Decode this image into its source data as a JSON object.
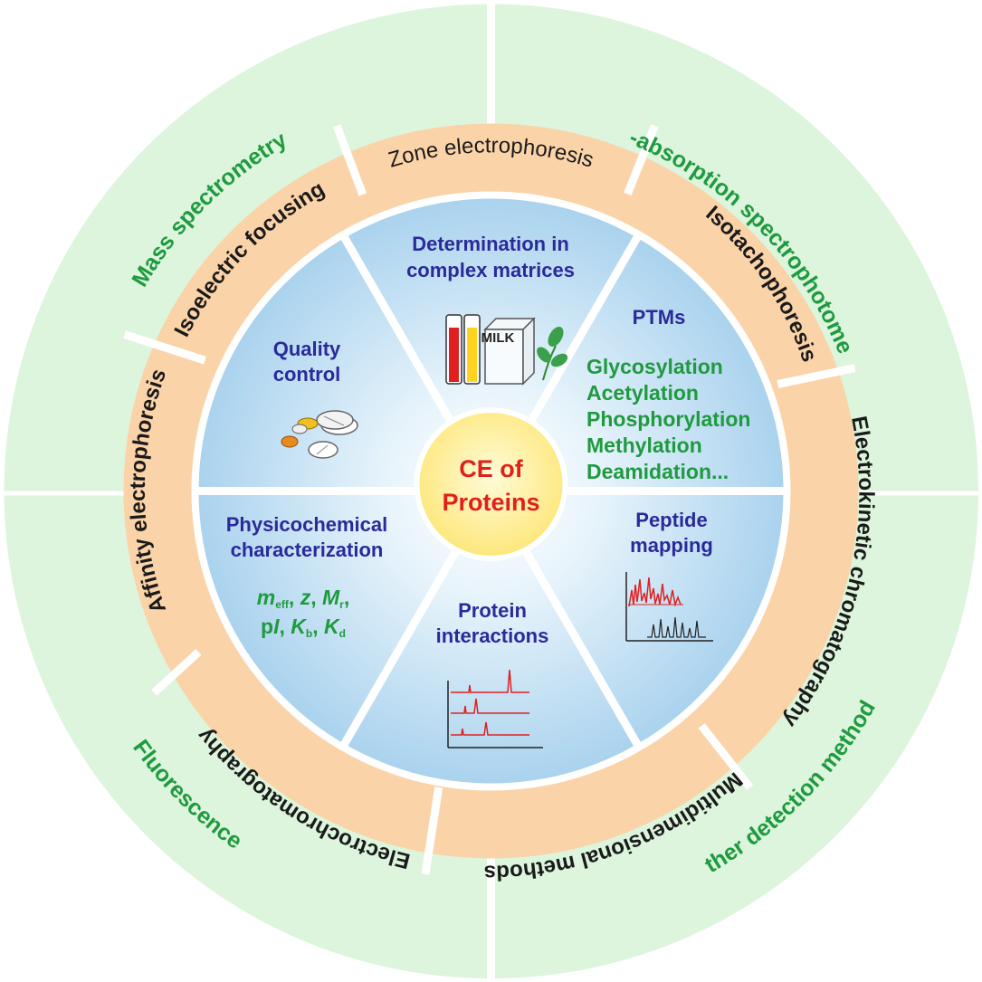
{
  "center": {
    "line1": "CE of",
    "line2": "Proteins"
  },
  "detection_methods": [
    "Mass spectrometry",
    "UV-absorption spectrophotometry",
    "Other detection methods",
    "Fluorescence"
  ],
  "ce_modes": [
    "Zone electrophoresis",
    "Isotachophoresis",
    "Electrokinetic chromatography",
    "Multidimensional methods",
    "Electrochromatography",
    "Affinity electrophoresis",
    "Isoelectric focusing"
  ],
  "applications": {
    "determination": [
      "Determination in",
      "complex matrices"
    ],
    "milk_label": "MILK",
    "ptms": {
      "title": "PTMs",
      "items": [
        "Glycosylation",
        "Acetylation",
        "Phosphorylation",
        "Methylation",
        "Deamidation..."
      ]
    },
    "peptide_mapping": [
      "Peptide",
      "mapping"
    ],
    "protein_interactions": [
      "Protein",
      "interactions"
    ],
    "physicochemical": {
      "title": [
        "Physicochemical",
        "characterization"
      ],
      "param_line1": "m_eff, z, M_r,",
      "param_line2": "pI, K_b, K_d"
    },
    "quality_control": [
      "Quality",
      "control"
    ]
  },
  "colors": {
    "outer_ring": "#dcf5dc",
    "middle_ring": "#fbd3a8",
    "inner_disc": "#bddcf0",
    "center": "#fff3a0",
    "green_text": "#1f9a3f",
    "blue_text": "#2a2a9a",
    "red_text": "#e0201c",
    "trace_red": "#e02020"
  }
}
